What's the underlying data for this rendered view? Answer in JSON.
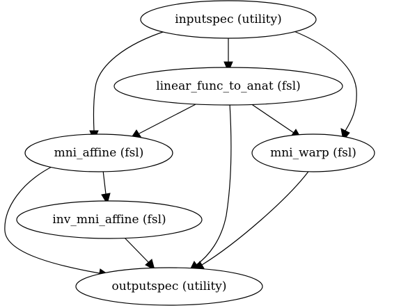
{
  "graph": {
    "nodes": [
      {
        "id": "inputspec",
        "label": "inputspec (utility)"
      },
      {
        "id": "linear_func_to_anat",
        "label": "linear_func_to_anat (fsl)"
      },
      {
        "id": "mni_affine",
        "label": "mni_affine (fsl)"
      },
      {
        "id": "mni_warp",
        "label": "mni_warp (fsl)"
      },
      {
        "id": "inv_mni_affine",
        "label": "inv_mni_affine (fsl)"
      },
      {
        "id": "outputspec",
        "label": "outputspec (utility)"
      }
    ],
    "edges": [
      {
        "from": "inputspec",
        "to": "linear_func_to_anat"
      },
      {
        "from": "inputspec",
        "to": "mni_affine"
      },
      {
        "from": "inputspec",
        "to": "mni_warp"
      },
      {
        "from": "linear_func_to_anat",
        "to": "mni_affine"
      },
      {
        "from": "linear_func_to_anat",
        "to": "mni_warp"
      },
      {
        "from": "linear_func_to_anat",
        "to": "outputspec"
      },
      {
        "from": "mni_affine",
        "to": "inv_mni_affine"
      },
      {
        "from": "mni_affine",
        "to": "outputspec"
      },
      {
        "from": "mni_warp",
        "to": "outputspec"
      },
      {
        "from": "inv_mni_affine",
        "to": "outputspec"
      }
    ]
  }
}
